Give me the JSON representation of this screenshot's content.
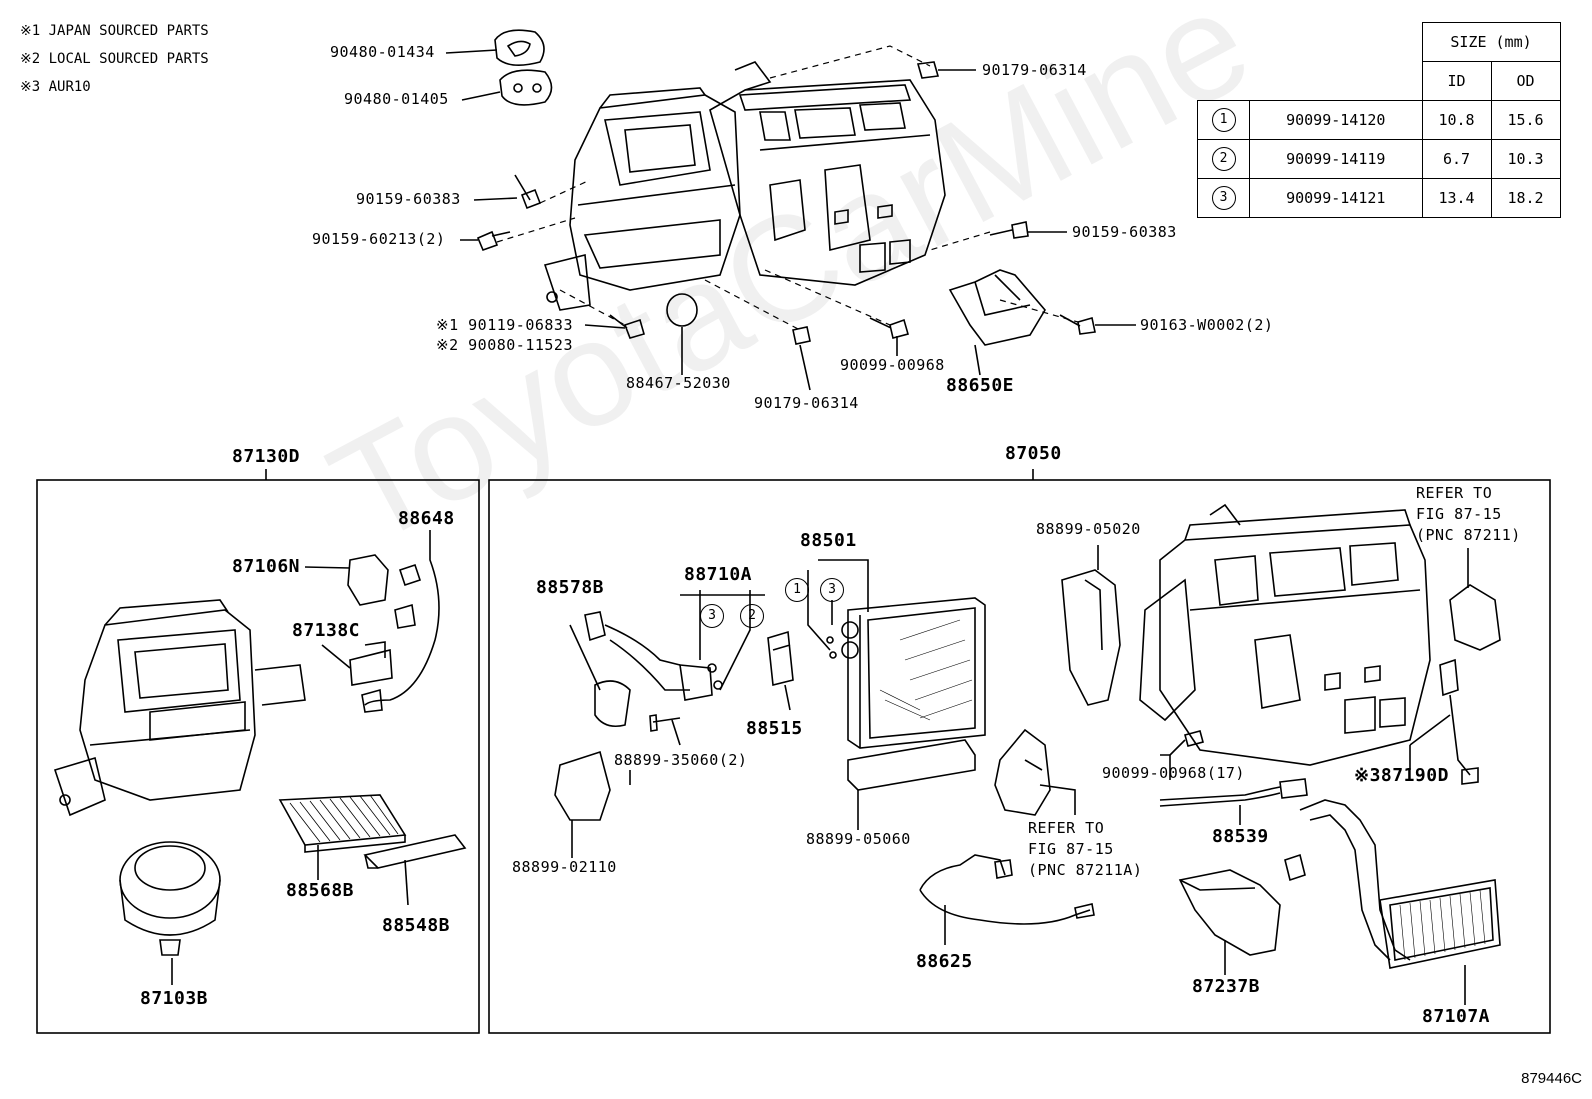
{
  "notes": [
    "※1 JAPAN SOURCED PARTS",
    "※2 LOCAL SOURCED PARTS",
    "※3 AUR10"
  ],
  "watermark": "ToyotaCarMine",
  "size_table": {
    "header": "SIZE (mm)",
    "col_id": "ID",
    "col_od": "OD",
    "rows": [
      {
        "mark": "1",
        "part": "90099-14120",
        "id": "10.8",
        "od": "15.6"
      },
      {
        "mark": "2",
        "part": "90099-14119",
        "id": "6.7",
        "od": "10.3"
      },
      {
        "mark": "3",
        "part": "90099-14121",
        "id": "13.4",
        "od": "18.2"
      }
    ]
  },
  "top": {
    "p1": "90480-01434",
    "p2": "90480-01405",
    "p3": "90179-06314",
    "p4": "90159-60383",
    "p5": "90159-60213(2)",
    "p6": "90159-60383",
    "p7": "※1 90119-06833",
    "p8": "※2 90080-11523",
    "p9": "88467-52030",
    "p10": "90179-06314",
    "p11": "90099-00968",
    "p12": "88650E",
    "p13": "90163-W0002(2)"
  },
  "left_box": {
    "title": "87130D",
    "p1": "88648",
    "p2": "87106N",
    "p3": "87138C",
    "p4": "88568B",
    "p5": "88548B",
    "p6": "87103B"
  },
  "right_box": {
    "title": "87050",
    "p1": "88501",
    "p2": "88710A",
    "p3": "88578B",
    "p4": "88515",
    "p5": "88899-35060(2)",
    "p6": "88899-02110",
    "p7": "88899-05060",
    "p8": "88899-05020",
    "p9": "REFER TO",
    "p10": "FIG 87-15",
    "p11": "(PNC 87211)",
    "p12": "90099-00968(17)",
    "p13": "※387190D",
    "p14": "88539",
    "p15": "REFER TO",
    "p16": "FIG 87-15",
    "p17": "(PNC 87211A)",
    "p18": "88625",
    "p19": "87237B",
    "p20": "87107A",
    "m1": "1",
    "m2": "3",
    "m3": "3",
    "m4": "2"
  },
  "figure_id": "879446C"
}
